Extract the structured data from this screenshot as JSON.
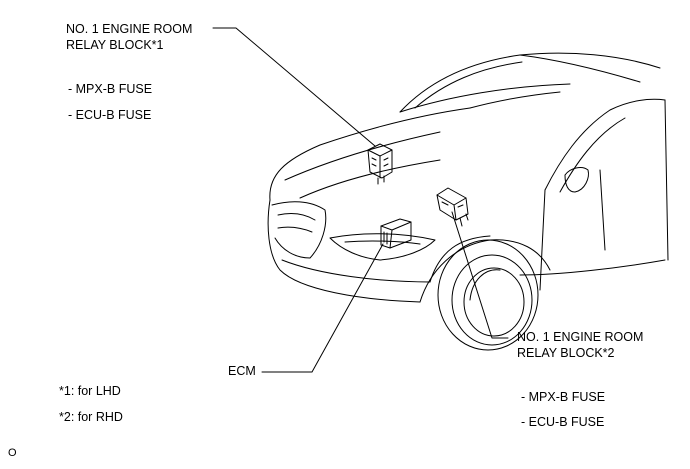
{
  "relay_lhd": {
    "title_line1": "NO. 1 ENGINE ROOM",
    "title_line2": "RELAY BLOCK*1",
    "fuse1": "- MPX-B FUSE",
    "fuse2": "- ECU-B FUSE"
  },
  "relay_rhd": {
    "title_line1": "NO. 1 ENGINE ROOM",
    "title_line2": "RELAY BLOCK*2",
    "fuse1": "- MPX-B FUSE",
    "fuse2": "- ECU-B FUSE"
  },
  "ecm_label": "ECM",
  "notes": {
    "note1": "*1: for LHD",
    "note2": "*2: for RHD"
  },
  "figure_code": "O"
}
